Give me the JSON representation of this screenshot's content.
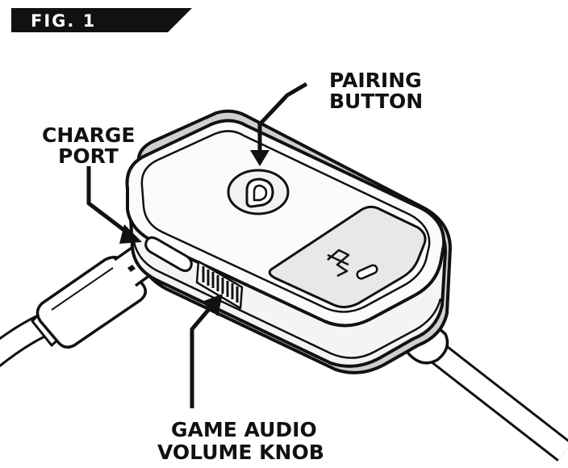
{
  "figure_label": "FIG. 1",
  "callouts": {
    "pairing_button": [
      "PAIRING",
      "BUTTON"
    ],
    "charge_port": [
      "CHARGE",
      "PORT"
    ],
    "volume_knob": [
      "GAME AUDIO",
      "VOLUME KNOB"
    ]
  },
  "colors": {
    "ink": "#111111",
    "paper": "#ffffff",
    "shadow": "#cfcfcf",
    "body_fill": "#f4f4f4",
    "top_fill": "#fbfbfb",
    "panel_fill": "#e8e8e8"
  },
  "icons": {
    "logo": "brand-logo-icon",
    "bluetooth": "bluetooth-icon",
    "led": "status-led"
  }
}
